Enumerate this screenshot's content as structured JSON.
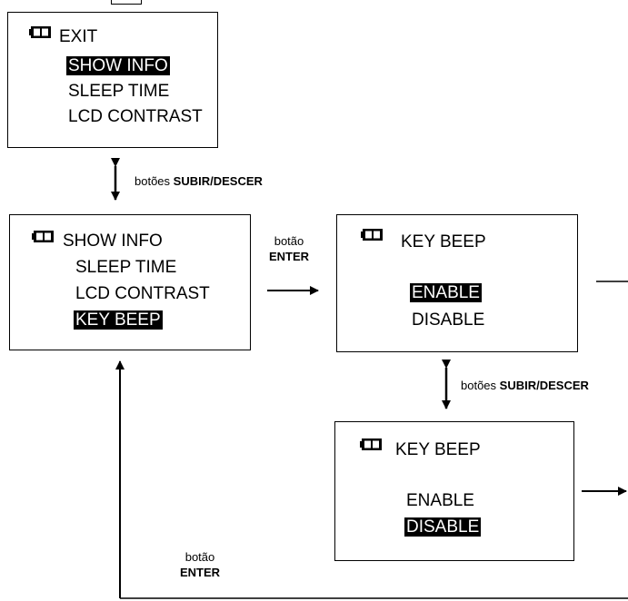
{
  "screen_top": {
    "items": [
      "EXIT",
      "SHOW INFO",
      "SLEEP TIME",
      "LCD CONTRAST"
    ],
    "selected": "SHOW INFO"
  },
  "screen_menu": {
    "items": [
      "SHOW INFO",
      "SLEEP TIME",
      "LCD CONTRAST",
      "KEY BEEP"
    ],
    "selected": "KEY BEEP"
  },
  "screen_keybeep_enable": {
    "title": "KEY BEEP",
    "options": [
      "ENABLE",
      "DISABLE"
    ],
    "selected": "ENABLE"
  },
  "screen_keybeep_disable": {
    "title": "KEY BEEP",
    "options": [
      "ENABLE",
      "DISABLE"
    ],
    "selected": "DISABLE"
  },
  "labels": {
    "updown_prefix": "botões",
    "updown_keys": "SUBIR/DESCER",
    "enter_word": "botão",
    "enter_key": "ENTER"
  }
}
